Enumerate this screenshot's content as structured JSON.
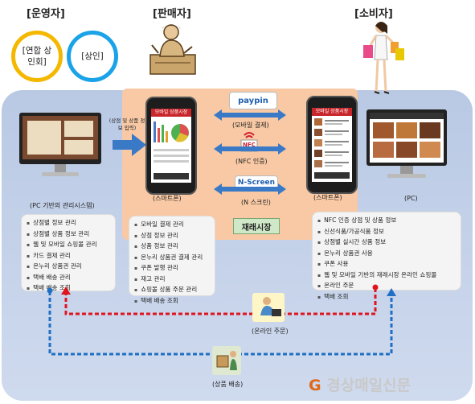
{
  "roles": {
    "operator": "[운영자]",
    "seller": "[판매자]",
    "consumer": "[소비자]"
  },
  "circles": {
    "union": "[연합 상인회]",
    "merchant": "[상인]"
  },
  "labels": {
    "pc_admin": "(PC 기반의 관리시스템)",
    "send_info": "(상점 및 상품 정보 입력)",
    "smartphone_left": "(스마트폰)",
    "smartphone_right": "(스마트폰)",
    "pc_right": "(PC)",
    "mobile_pay": "(모바일 결제)",
    "nfc_auth": "(NFC 인증)",
    "n_screen": "(N 스크린)",
    "market": "재래시장",
    "online_order": "(온라인 주문)",
    "delivery": "(상품 배송)",
    "watermark": "경상매일신문"
  },
  "badges": {
    "paypin": "paypin",
    "nfc": "NFC",
    "nscreen": "N-Screen"
  },
  "phone_header": "모바일 상품시장",
  "lists": {
    "admin": [
      "상점별 정보 관리",
      "상점별 상품 정보 관리",
      "웹 및 모바일 쇼핑몰 관리",
      "카드 결제 관리",
      "온누리 상품권 관리",
      "택배 배송 관리",
      "택배 배송 조회"
    ],
    "seller": [
      "모바일 결제 관리",
      "상점 정보 관리",
      "상품 정보 관리",
      "온누리 상품권 결제 관리",
      "쿠폰 발행 관리",
      "재고 관리",
      "쇼핑몰 상품 주문 관리",
      "택배 배송 조회"
    ],
    "consumer": [
      "NFC 인증 상점 및 상품 정보",
      "신선식품/가공식품 정보",
      "상점별 실시간 상품 정보",
      "온누리 상품권 사용",
      "쿠폰 사용",
      "웹 및 모바일 기반의 재래시장 온라인 쇼핑몰",
      "온라인 주문",
      "택배 조회"
    ]
  },
  "colors": {
    "union_ring": "#f5b800",
    "merchant_ring": "#1aa3e8",
    "red_line": "#e0141e",
    "blue_line": "#1f6fc4",
    "market_panel": "#f8c9a4",
    "bg_panel": "#c2d1ea"
  },
  "icons": [
    "person-icon",
    "shopper-icon",
    "pc-monitor-icon",
    "smartphone-icon",
    "arrow-icon",
    "delivery-icon"
  ]
}
